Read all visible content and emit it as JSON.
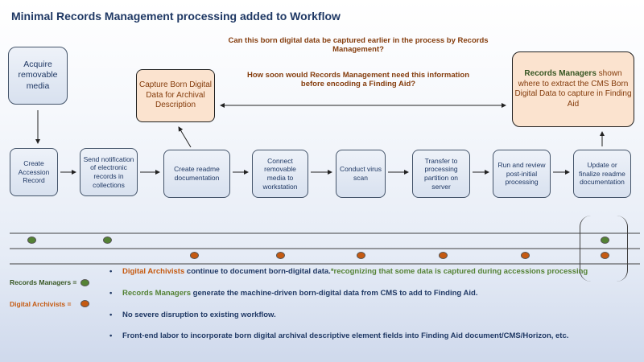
{
  "title": "Minimal Records Management processing added to Workflow",
  "questions": {
    "q1": "Can this born digital data be captured earlier in the process by Records Management?",
    "q2": "How soon would Records Management need this information before encoding a Finding Aid?"
  },
  "top_boxes": {
    "acquire": "Acquire removable media",
    "capture": "Capture Born Digital Data for Archival Description",
    "rm_strong": "Records Managers",
    "rm_rest": " shown where to extract the CMS Born Digital Data to capture in Finding Aid"
  },
  "steps": [
    "Create Accession Record",
    "Send notification of electronic records in collections",
    "Create readme documentation",
    "Connect removable media to workstation",
    "Conduct virus scan",
    "Transfer to processing partition on server",
    "Run and review post-initial processing",
    "Update or finalize readme documentation"
  ],
  "legend": {
    "records_managers": "Records Managers =",
    "digital_archivists": "Digital Archivists ="
  },
  "colors": {
    "green": "#548235",
    "orange": "#c55a11",
    "navy": "#1f3864",
    "brown": "#843c0c"
  },
  "bullets": {
    "b1_role": "Digital Archivists",
    "b1_text": " continue to document born-digital data.",
    "b1_note": "*recognizing that some data is captured during accessions processing",
    "b2_role": "Records Managers",
    "b2_text": " generate the machine-driven born-digital data from CMS to add to Finding Aid.",
    "b3": "No severe disruption to existing workflow.",
    "b4": "Front-end labor to incorporate born digital archival descriptive element fields into Finding Aid document/CMS/Horizon, etc."
  }
}
